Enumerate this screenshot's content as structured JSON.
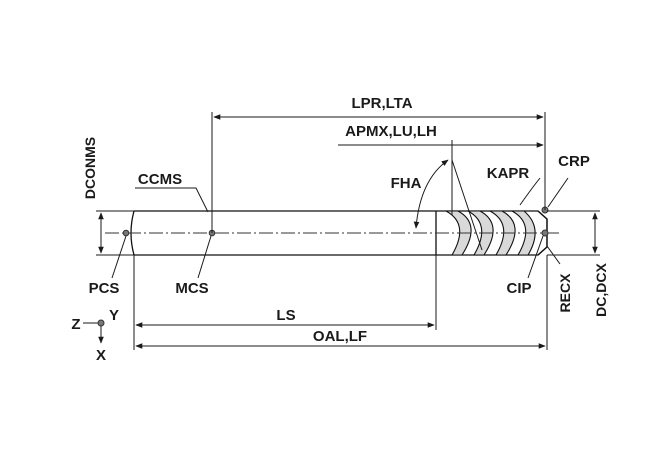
{
  "labels": {
    "lpr_lta": "LPR,LTA",
    "apmx_lu_lh": "APMX,LU,LH",
    "dconms": "DCONMS",
    "ccms": "CCMS",
    "fha": "FHA",
    "kapr": "KAPR",
    "crp": "CRP",
    "pcs": "PCS",
    "mcs": "MCS",
    "cip": "CIP",
    "recx": "RECX",
    "dc_dcx": "DC,DCX",
    "ls": "LS",
    "oal_lf": "OAL,LF"
  },
  "axes": {
    "z": "Z",
    "y": "Y",
    "x": "X"
  }
}
